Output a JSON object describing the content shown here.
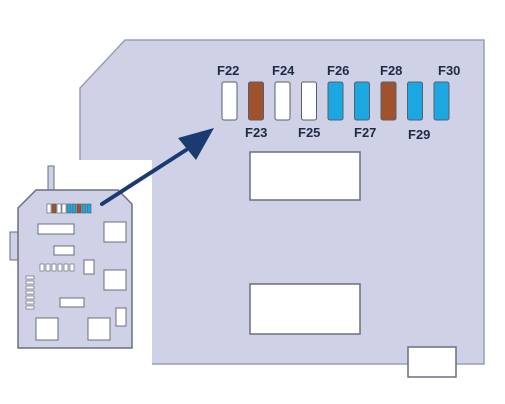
{
  "diagram": {
    "fuses_top": [
      {
        "label": "F22",
        "color": "#ffffff"
      },
      {
        "label": "F24",
        "color": "#ffffff"
      },
      {
        "label": "F26",
        "color": "#1ba8e0"
      },
      {
        "label": "F28",
        "color": "#a0522d"
      },
      {
        "label": "F30",
        "color": "#1ba8e0"
      }
    ],
    "fuses_bottom": [
      {
        "label": "F23",
        "color": "#a0522d"
      },
      {
        "label": "F25",
        "color": "#ffffff"
      },
      {
        "label": "F27",
        "color": "#1ba8e0"
      },
      {
        "label": "F29",
        "color": "#1ba8e0"
      }
    ],
    "colors": {
      "panel": "#cfd2e6",
      "panel_stroke": "#9a9db3",
      "arrow": "#1b3a72",
      "slot_fill": "#ffffff",
      "slot_stroke": "#6b6e80"
    }
  }
}
